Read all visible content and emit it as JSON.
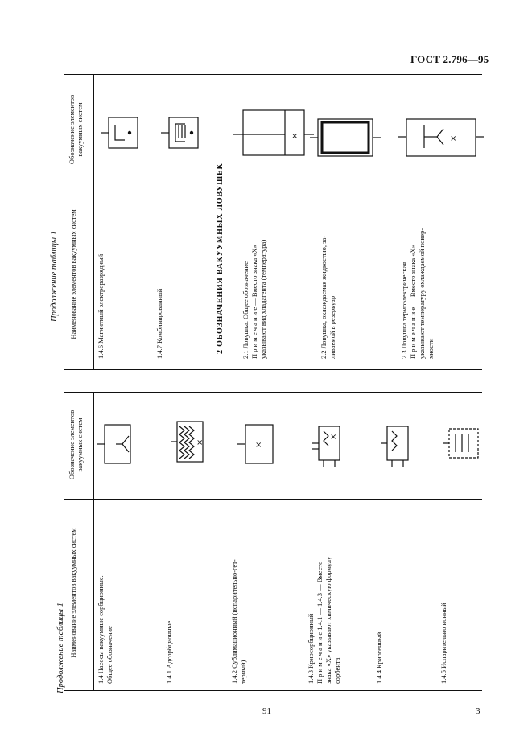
{
  "header": {
    "code": "ГОСТ 2.796—95"
  },
  "footer": {
    "page_left": "91",
    "page_right": "3"
  },
  "left_table": {
    "continuation": "Продолжение таблицы 1",
    "col_name": "Наименование элементов вакуумных систем",
    "col_symbol": [
      "Обозначение элементов",
      "вакуумных систем"
    ],
    "rows": [
      {
        "lines": [
          "1.4 Насосы вакуумные сорбционные.",
          "Общее обозначение"
        ],
        "symbol": "sorption-pump-symbol"
      },
      {
        "lines": [
          "1.4.1 Адсорбционные"
        ],
        "symbol": "adsorption-pump-symbol"
      },
      {
        "lines": [
          "1.4.2 Сублимационный (испарительно-гет-",
          "терный)"
        ],
        "symbol": "sublimation-pump-symbol"
      },
      {
        "lines": [
          "1.4.3 Криосорбционный",
          "П р и м е ч а н и е  1.4.1 — 1.4.3 — Вместо",
          "знака «Х» указывают химическую формулу",
          "сорбента"
        ],
        "symbol": "cryosorption-pump-symbol"
      },
      {
        "lines": [
          "1.4.4 Криогенный"
        ],
        "symbol": "cryogenic-pump-symbol"
      },
      {
        "lines": [
          "1.4.5 Испарительно ионный"
        ],
        "symbol": "evaporation-ion-pump-symbol"
      }
    ]
  },
  "right_table": {
    "continuation": "Продолжение таблицы 1",
    "col_name": "Наименование элементов вакуумных систем",
    "col_symbol": [
      "Обозначение элементов",
      "вакуумных систем"
    ],
    "rows": [
      {
        "lines": [
          "1.4.6 Магнитный электроразрядный"
        ],
        "symbol": "magnetic-discharge-pump-symbol"
      },
      {
        "lines": [
          "1.4.7 Комбинированный"
        ],
        "symbol": "combined-pump-symbol"
      }
    ],
    "section_title": "2 ОБОЗНАЧЕНИЯ ВАКУУМНЫХ ЛОВУШЕК",
    "trap_rows": [
      {
        "lines": [
          "2.1 Ловушка. Общее обозначение",
          "П р и м е ч а н и е  — Вместо знака «Х»",
          "указывают вид хладагента (температура)"
        ],
        "symbol": "trap-general-symbol"
      },
      {
        "lines": [
          "2.2 Ловушка, охлаждаемая жидкостью, за-",
          "ливаемой в резервуар"
        ],
        "symbol": "liquid-cooled-trap-symbol"
      },
      {
        "lines": [
          "2.3 Ловушка термоэлектрическая",
          "П р и м е ч а н и е  — Вместо знака «Х»",
          "указывают температуру охлаждаемой повер-",
          "хности"
        ],
        "symbol": "thermoelectric-trap-symbol"
      }
    ]
  }
}
